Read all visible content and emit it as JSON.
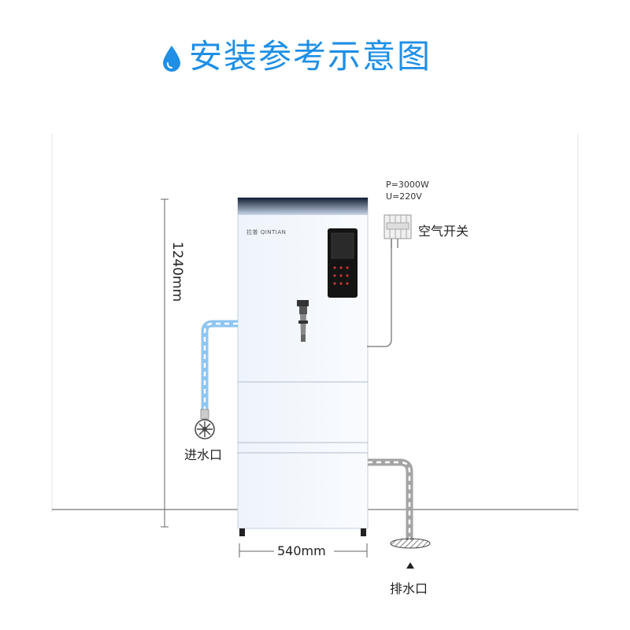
{
  "title": "安装参考示意图",
  "icons": {
    "title": "water-drop-icon",
    "inlet": "valve-icon",
    "breaker": "air-switch-icon",
    "outlet": "drain-icon"
  },
  "colors": {
    "accent": "#1f8fe6",
    "pipe_blue": "#7bbcf0",
    "pipe_gray": "#9a9a9a",
    "machine_top": "#1c2a44"
  },
  "power": {
    "p": "P=3000W",
    "u": "U=220V",
    "switch_label": "空气开关"
  },
  "brand": "拉普 QINTIAN",
  "dimensions": {
    "height": "1240mm",
    "width": "540mm"
  },
  "inlet_label": "进水口",
  "outlet_label": "排水口"
}
